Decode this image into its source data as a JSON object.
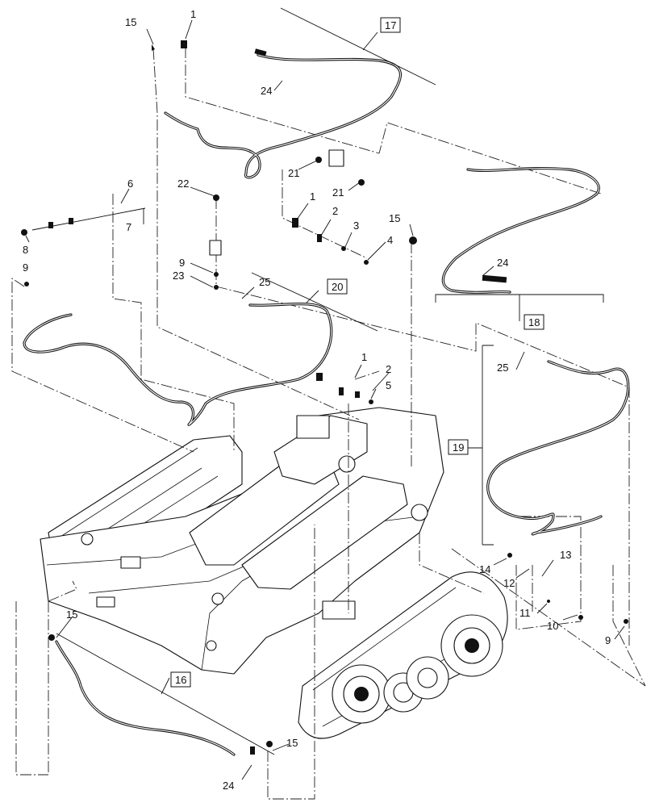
{
  "diagram": {
    "callouts": {
      "c1a": "1",
      "c1b": "1",
      "c1c": "1",
      "c2a": "2",
      "c2b": "2",
      "c3": "3",
      "c4": "4",
      "c5": "5",
      "c6": "6",
      "c7": "7",
      "c8": "8",
      "c9a": "9",
      "c9b": "9",
      "c9c": "9",
      "c10": "10",
      "c11": "11",
      "c12": "12",
      "c13": "13",
      "c14": "14",
      "c15a": "15",
      "c15b": "15",
      "c15c": "15",
      "c15d": "15",
      "c16": "16",
      "c17": "17",
      "c18": "18",
      "c19": "19",
      "c20": "20",
      "c21a": "21",
      "c21b": "21",
      "c22": "22",
      "c23": "23",
      "c24a": "24",
      "c24b": "24",
      "c24c": "24",
      "c25a": "25",
      "c25b": "25"
    }
  }
}
